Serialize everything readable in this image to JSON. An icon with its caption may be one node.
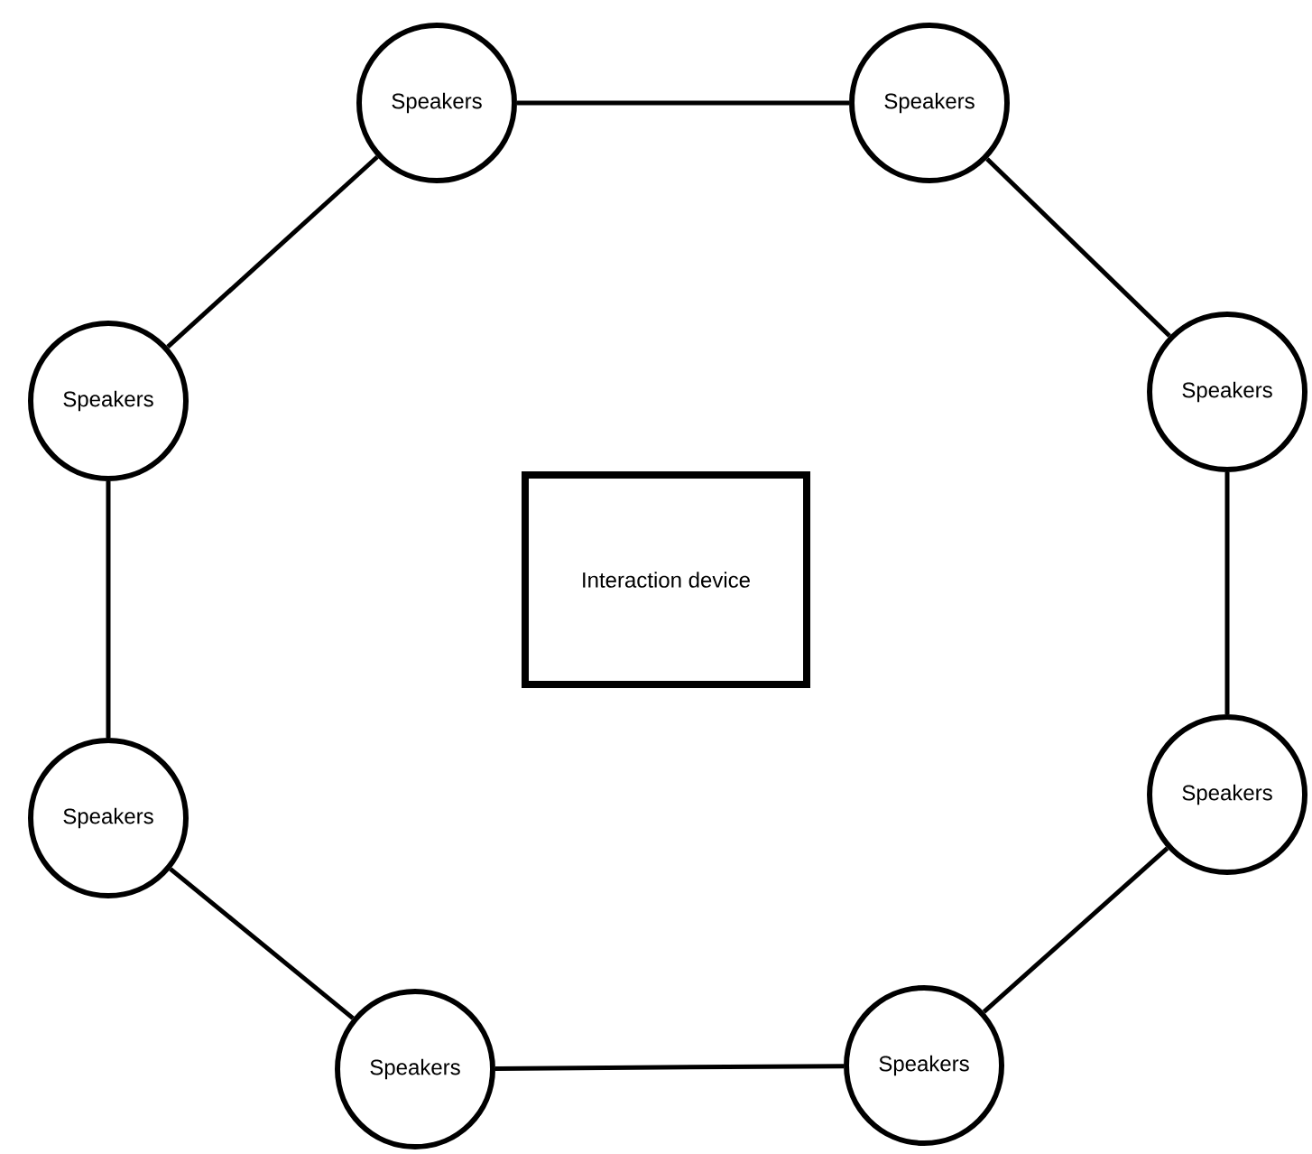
{
  "diagram": {
    "nodes": [
      {
        "text": [
          "Speakers"
        ]
      },
      {
        "text": [
          "Speakers"
        ]
      },
      {
        "text": [
          "Speakers"
        ]
      },
      {
        "text": [
          "Speakers"
        ]
      },
      {
        "text": [
          "Interaction device"
        ]
      },
      {
        "text": [
          "Speakers"
        ]
      },
      {
        "text": [
          "Speakers"
        ]
      },
      {
        "text": [
          "Speakers"
        ]
      },
      {
        "text": [
          "Speakers"
        ]
      }
    ],
    "edges": [
      {
        "from": 0,
        "to": 1,
        "arrow": "none"
      },
      {
        "from": 1,
        "to": 3,
        "arrow": "none"
      },
      {
        "from": 3,
        "to": 5,
        "arrow": "none"
      },
      {
        "from": 5,
        "to": 8,
        "arrow": "none"
      },
      {
        "from": 8,
        "to": 7,
        "arrow": "none"
      },
      {
        "from": 7,
        "to": 6,
        "arrow": "none"
      },
      {
        "from": 6,
        "to": 2,
        "arrow": "none"
      },
      {
        "from": 2,
        "to": 0,
        "arrow": "none"
      }
    ]
  }
}
